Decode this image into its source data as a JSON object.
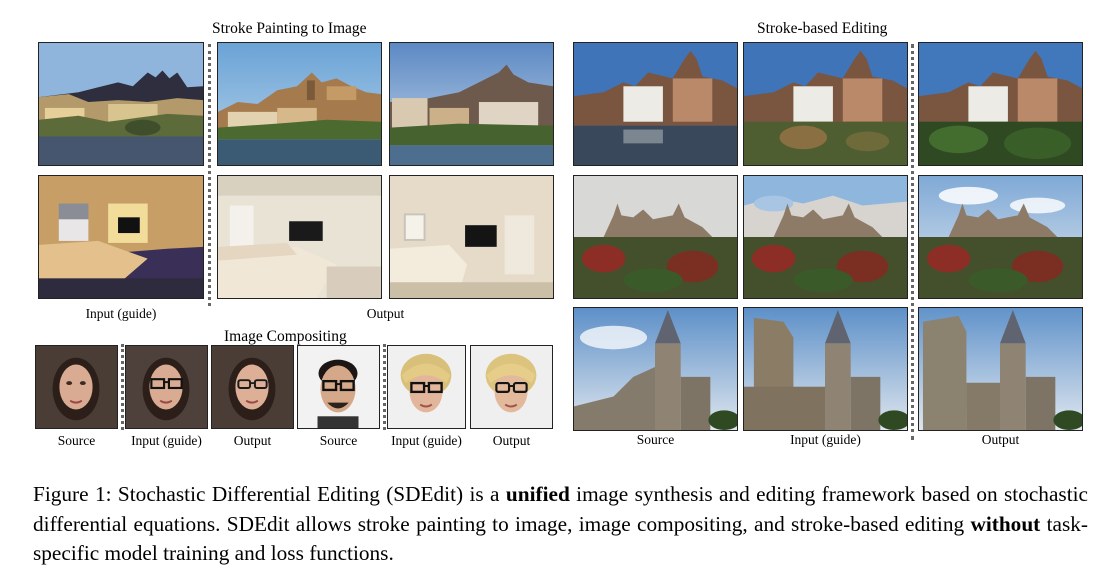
{
  "stroke_painting": {
    "title": "Stroke Painting to Image",
    "input_label": "Input (guide)",
    "output_label": "Output"
  },
  "image_compositing": {
    "title": "Image Compositing",
    "labels": [
      "Source",
      "Input (guide)",
      "Output",
      "Source",
      "Input (guide)",
      "Output"
    ]
  },
  "stroke_editing": {
    "title": "Stroke-based Editing",
    "labels": [
      "Source",
      "Input (guide)",
      "Output"
    ]
  },
  "caption": {
    "prefix": "Figure 1: Stochastic Differential Editing (SDEdit) is a ",
    "bold1": "unified",
    "mid": " image synthesis and editing framework based on stochastic differential equations.  SDEdit allows stroke painting to image, image compositing, and stroke-based editing ",
    "bold2": "without",
    "suffix": " task-specific model training and loss functions."
  }
}
